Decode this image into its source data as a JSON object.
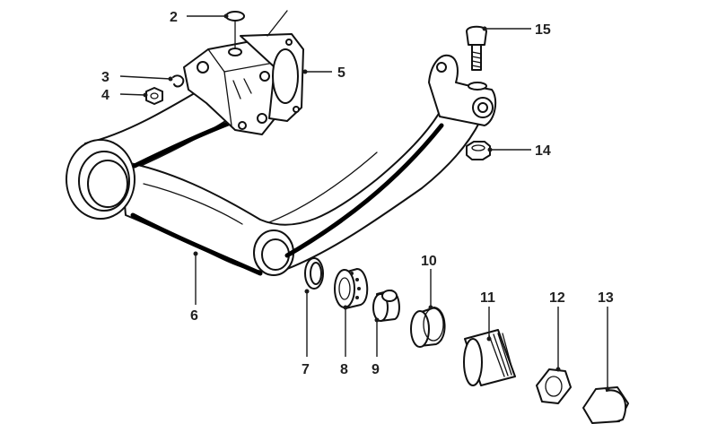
{
  "callouts": [
    {
      "id": "2",
      "text": "2"
    },
    {
      "id": "3",
      "text": "3"
    },
    {
      "id": "4",
      "text": "4"
    },
    {
      "id": "5",
      "text": "5"
    },
    {
      "id": "6",
      "text": "6"
    },
    {
      "id": "7",
      "text": "7"
    },
    {
      "id": "8",
      "text": "8"
    },
    {
      "id": "9",
      "text": "9"
    },
    {
      "id": "10",
      "text": "10"
    },
    {
      "id": "11",
      "text": "11"
    },
    {
      "id": "12",
      "text": "12"
    },
    {
      "id": "13",
      "text": "13"
    },
    {
      "id": "14",
      "text": "14"
    },
    {
      "id": "15",
      "text": "15"
    }
  ]
}
